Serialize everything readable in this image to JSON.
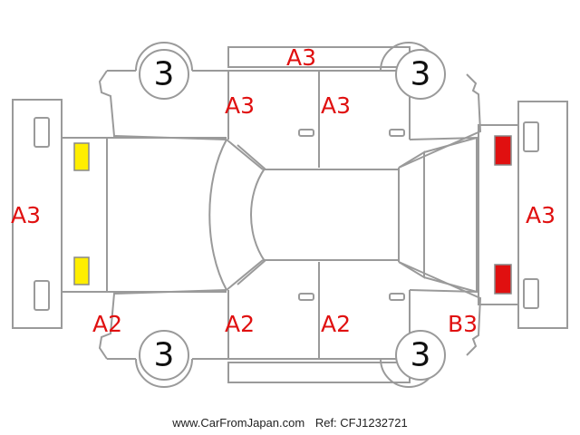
{
  "colors": {
    "outline": "#9a9a9a",
    "damage_code": "#e01010",
    "front_lights": "#ffee00",
    "rear_lights": "#e01010"
  },
  "tires": {
    "front_left": "3",
    "rear_left": "3",
    "front_right": "3",
    "rear_right": "3"
  },
  "codes": {
    "roof_side_top": "A3",
    "front_door_top": "A3",
    "rear_door_top": "A3",
    "front_bumper": "A3",
    "rear_bumper": "A3",
    "front_fender_bottom": "A2",
    "front_door_bottom": "A2",
    "rear_door_bottom": "A2",
    "rear_quarter_bottom": "B3"
  },
  "footer": {
    "website": "www.CarFromJapan.com",
    "ref": "Ref: CFJ1232721"
  }
}
